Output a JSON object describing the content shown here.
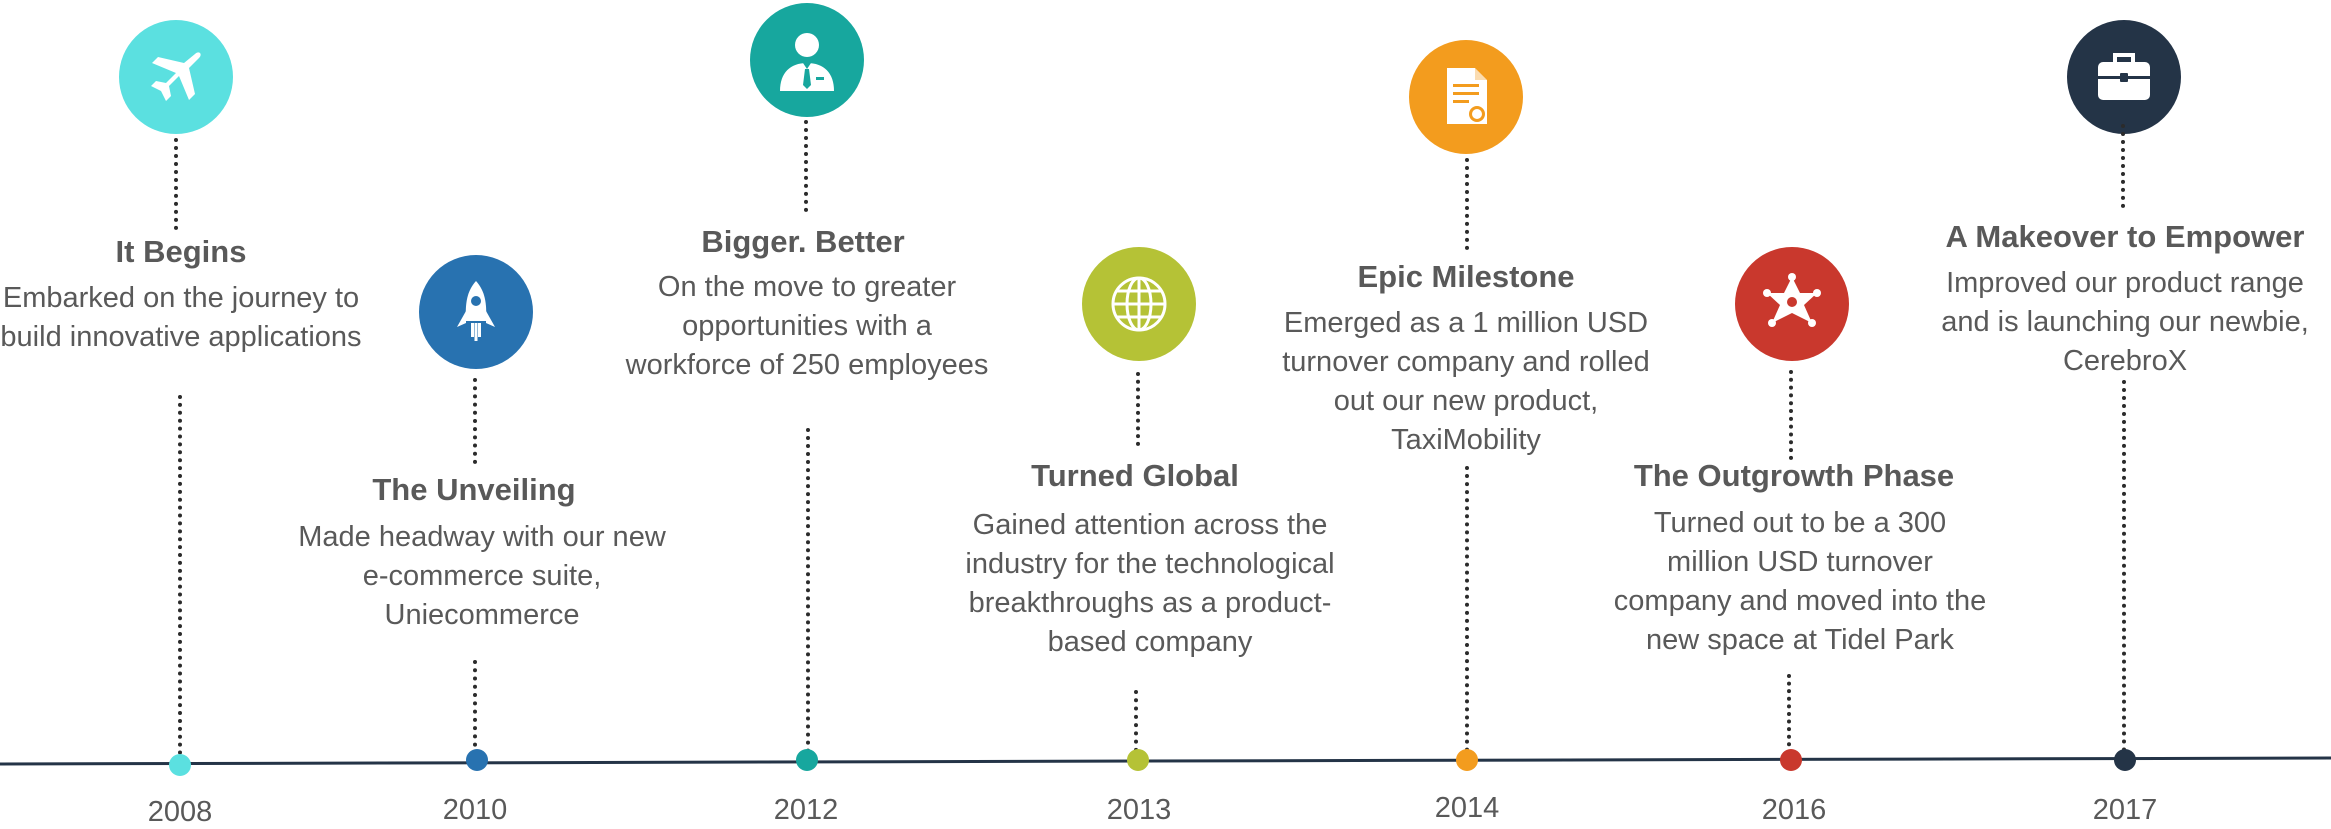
{
  "milestones": [
    {
      "year": "2008",
      "title": "It Begins",
      "description": "Embarked on the journey to build innovative applications",
      "color": "#5BE0E0",
      "icon": "airplane-icon"
    },
    {
      "year": "2010",
      "title": "The Unveiling",
      "description": "Made headway with our new e-commerce suite, Uniecommerce",
      "color": "#2872B0",
      "icon": "rocket-icon"
    },
    {
      "year": "2012",
      "title": "Bigger. Better",
      "description": "On the move to greater opportunities with a workforce of 250 employees",
      "color": "#17A79E",
      "icon": "businessman-icon"
    },
    {
      "year": "2013",
      "title": "Turned Global",
      "description": "Gained attention across the industry for the technological breakthroughs as a product-based company",
      "color": "#B5C236",
      "icon": "globe-icon"
    },
    {
      "year": "2014",
      "title": "Epic Milestone",
      "description": "Emerged as a 1 million USD turnover company and rolled out our new product, TaxiMobility",
      "color": "#F39C1E",
      "icon": "certificate-icon"
    },
    {
      "year": "2016",
      "title": "The Outgrowth Phase",
      "description": "Turned out to be a 300 million USD turnover company and moved into the new space at Tidel Park",
      "color": "#C9382D",
      "icon": "sheriff-star-icon"
    },
    {
      "year": "2017",
      "title": "A Makeover to Empower",
      "description": "Improved our product range and is launching our newbie, CerebroX",
      "color": "#243447",
      "icon": "briefcase-icon"
    }
  ]
}
